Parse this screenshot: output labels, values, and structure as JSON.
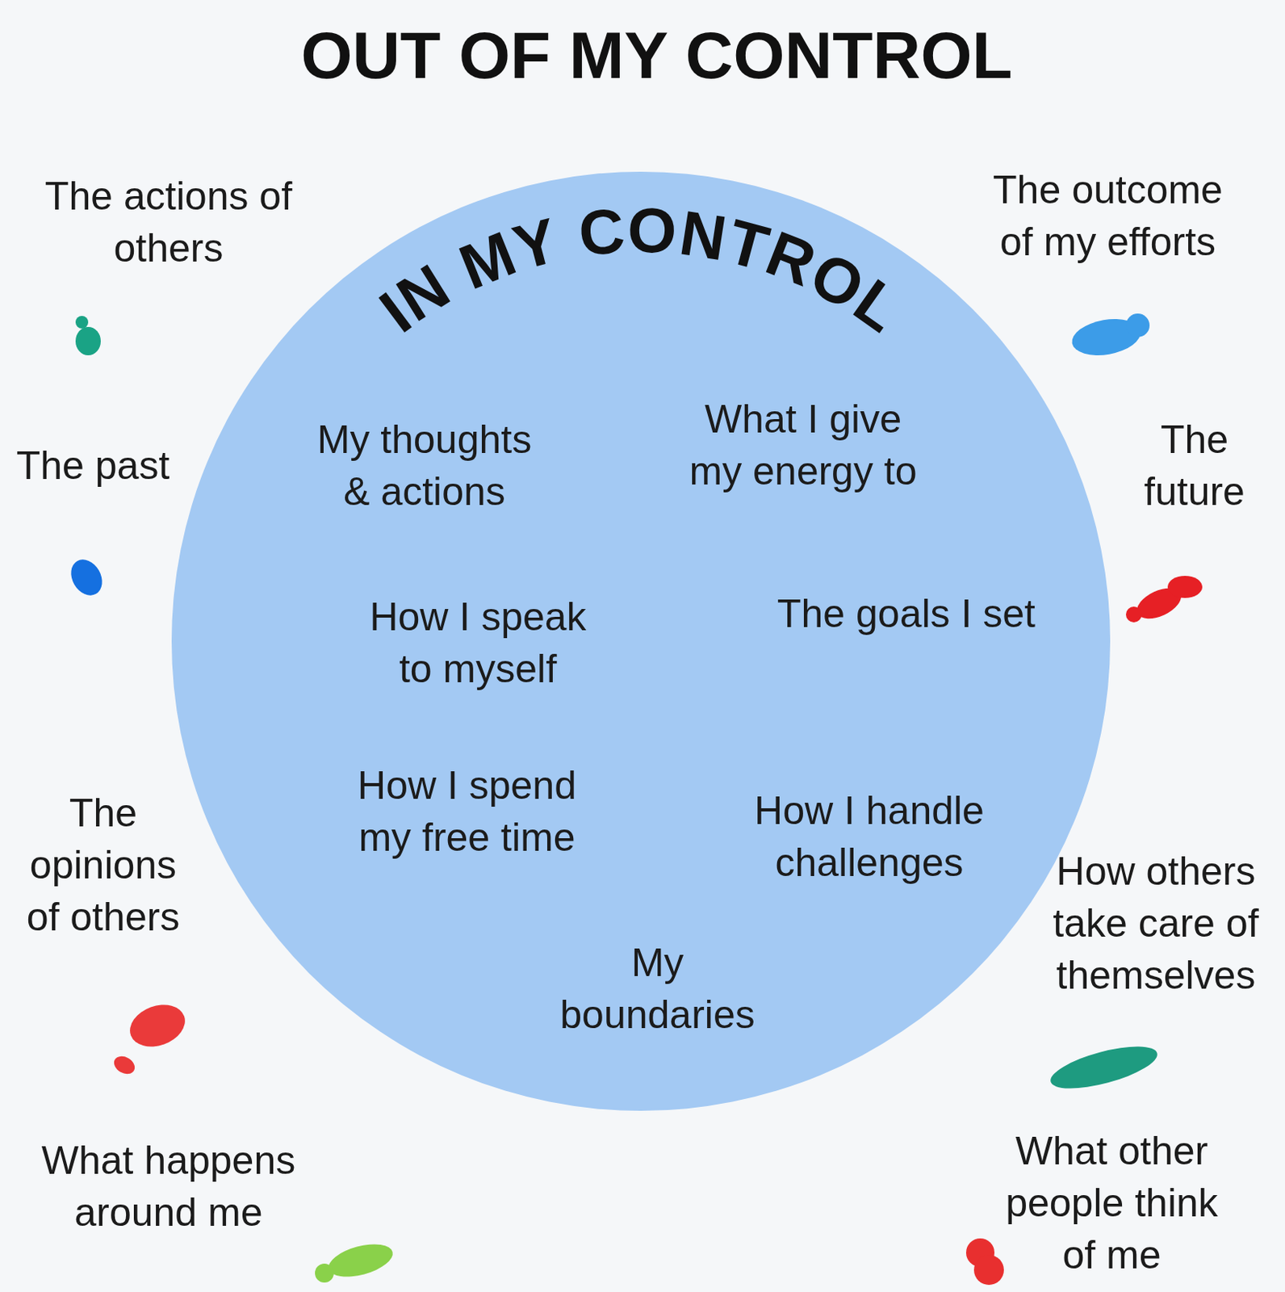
{
  "diagram": {
    "title": "OUT OF MY CONTROL",
    "nodes": [
      {
        "text": [
          "IN MY CONTROL",
          "My thoughts & actions",
          "What I give my energy to",
          "How I speak to myself",
          "The goals I set",
          "How I spend my free time",
          "How I handle challenges",
          "My boundaries"
        ]
      }
    ],
    "labels": [
      "The actions of others",
      "The outcome of my efforts",
      "The past",
      "The future",
      "The opinions of others",
      "How others take care of themselves",
      "What happens around me",
      "What other people think of me"
    ]
  }
}
